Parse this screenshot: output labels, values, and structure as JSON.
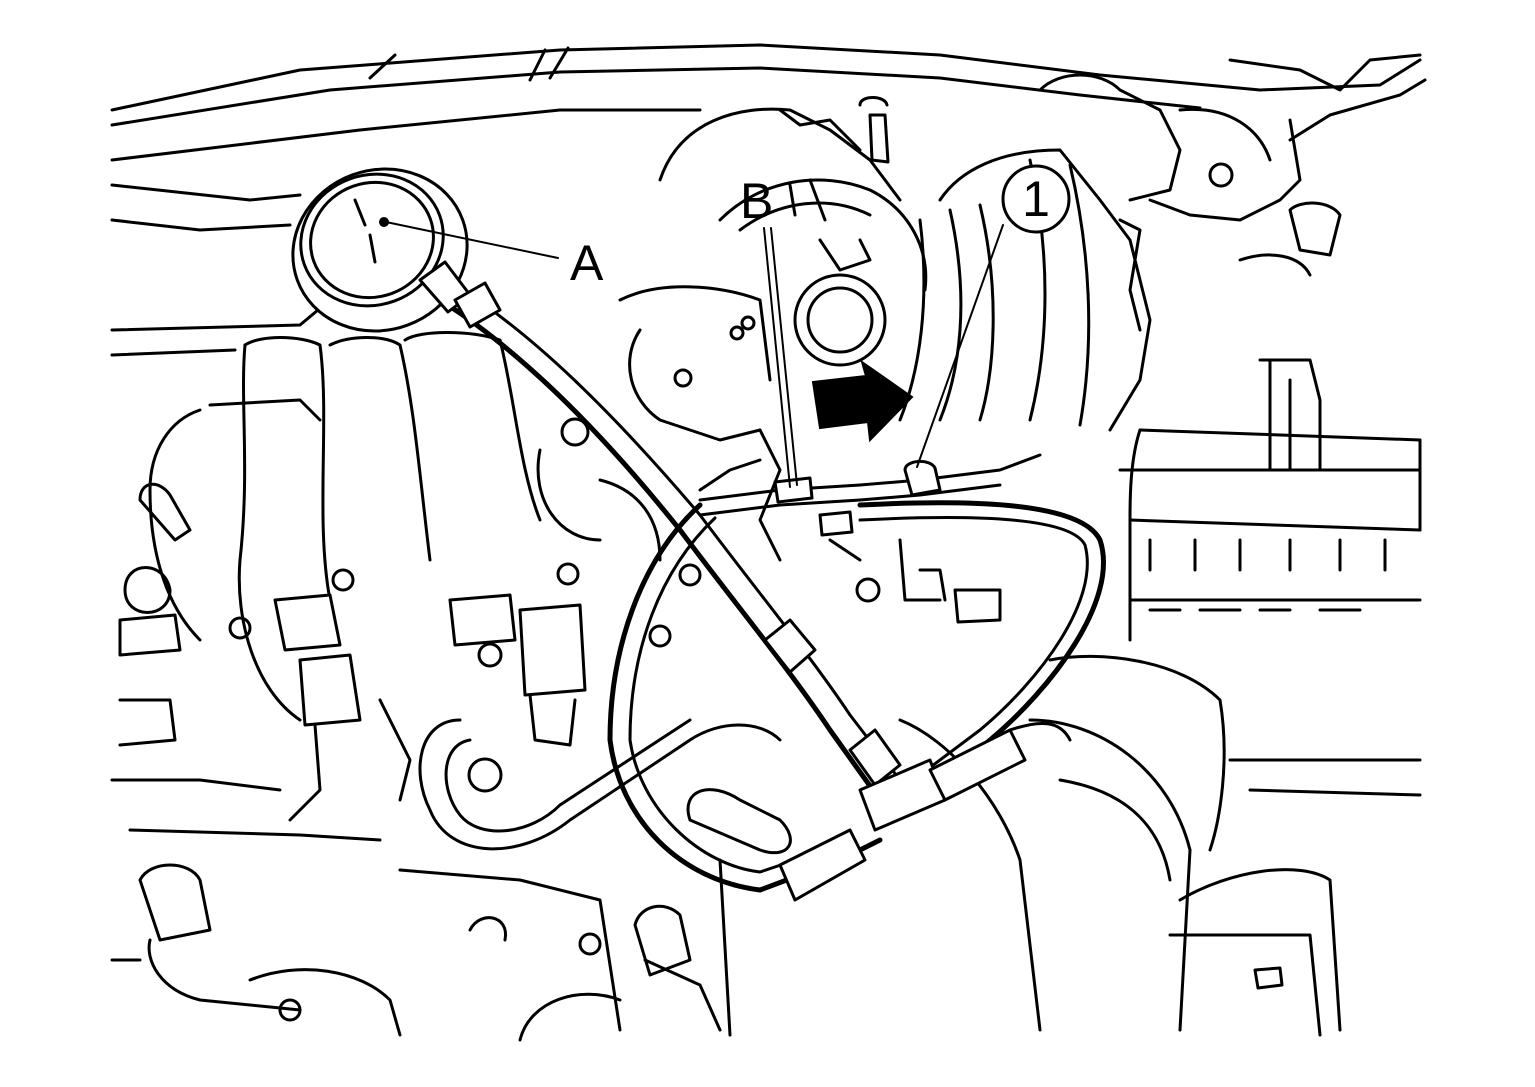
{
  "callouts": {
    "gauge_label": "A",
    "connector_label": "B",
    "part_number": "1"
  },
  "colors": {
    "line": "#000000",
    "background": "#ffffff"
  },
  "icons": {
    "direction": "arrow-right-icon"
  }
}
